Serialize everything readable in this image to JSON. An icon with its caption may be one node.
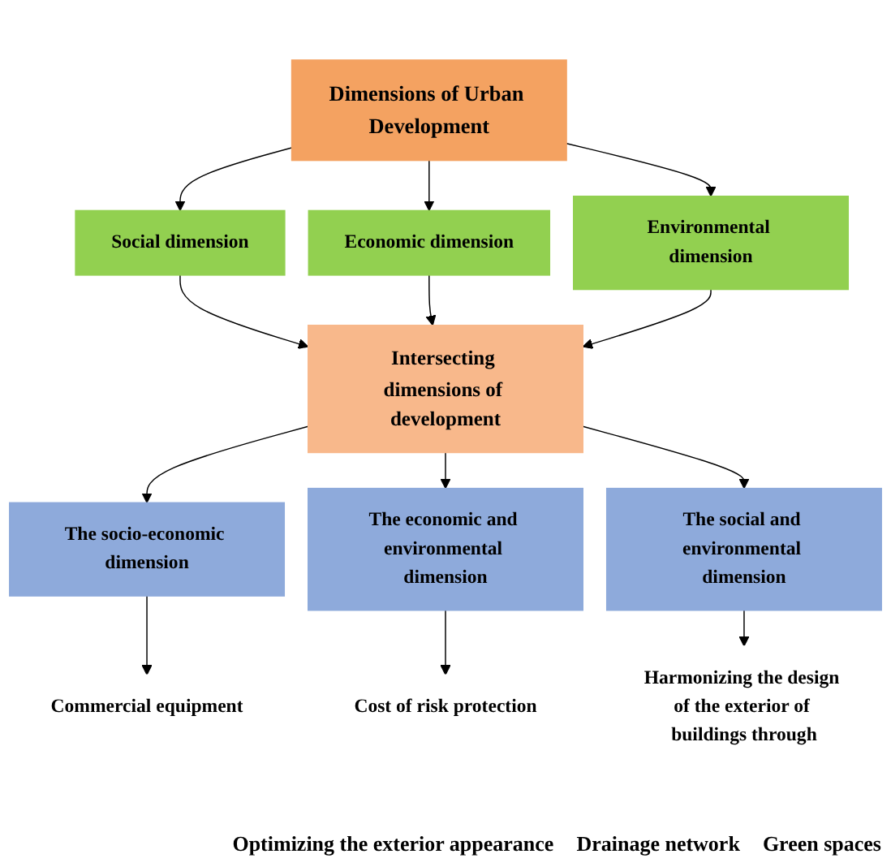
{
  "diagram": {
    "nodes": [
      {
        "text": [
          "Dimensions of Urban Development"
        ]
      },
      {
        "text": [
          "Social dimension"
        ]
      },
      {
        "text": [
          "Economic dimension"
        ]
      },
      {
        "text": [
          "Environmental dimension"
        ]
      },
      {
        "text": [
          "Intersecting dimensions of development"
        ]
      },
      {
        "text": [
          "The socio-economic dimension"
        ]
      },
      {
        "text": [
          "The economic and environmental dimension"
        ]
      },
      {
        "text": [
          "The social and environmental dimension"
        ]
      },
      {
        "text": [
          "Commercial equipment"
        ]
      },
      {
        "text": [
          "Cost of risk protection"
        ]
      },
      {
        "text": [
          "Harmonizing the design of the exterior of buildings through"
        ]
      }
    ],
    "edges": [
      {
        "from": 0,
        "to": 1,
        "arrow": "to"
      },
      {
        "from": 0,
        "to": 2,
        "arrow": "to"
      },
      {
        "from": 0,
        "to": 3,
        "arrow": "to"
      },
      {
        "from": 1,
        "to": 4,
        "arrow": "to"
      },
      {
        "from": 2,
        "to": 4,
        "arrow": "to"
      },
      {
        "from": 3,
        "to": 4,
        "arrow": "to"
      },
      {
        "from": 4,
        "to": 5,
        "arrow": "to"
      },
      {
        "from": 4,
        "to": 6,
        "arrow": "to"
      },
      {
        "from": 4,
        "to": 7,
        "arrow": "to"
      },
      {
        "from": 5,
        "to": 8,
        "arrow": "to"
      },
      {
        "from": 6,
        "to": 9,
        "arrow": "to"
      },
      {
        "from": 7,
        "to": 10,
        "arrow": "to"
      }
    ],
    "labels": [
      "Optimizing the exterior appearance",
      "Drainage network",
      "Green spaces"
    ]
  }
}
